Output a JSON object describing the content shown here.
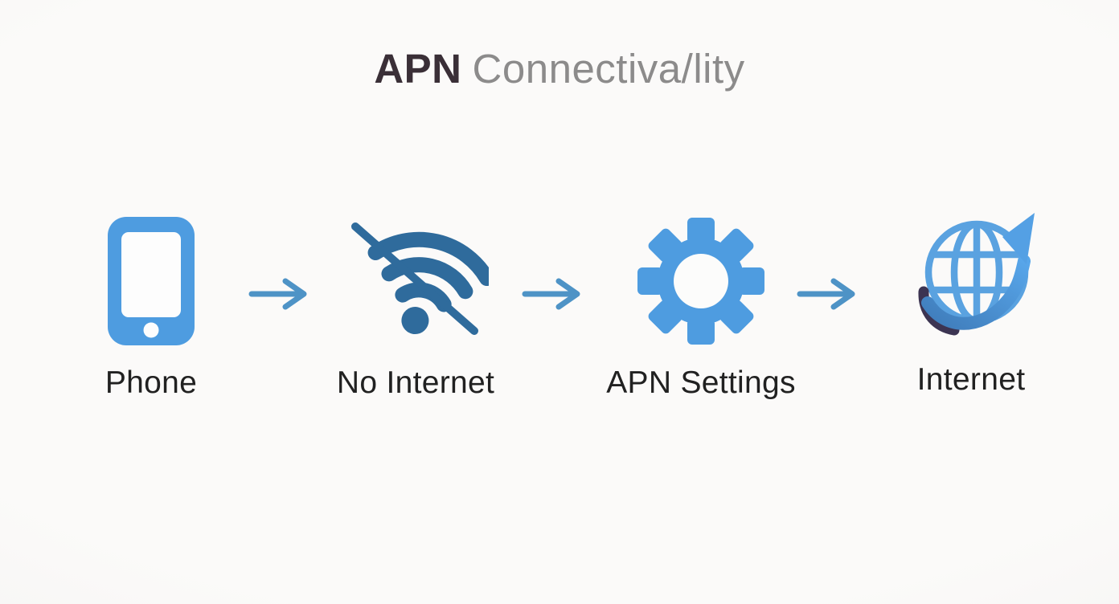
{
  "title": {
    "primary": "APN",
    "secondary": "Connectiva/lity"
  },
  "flow": {
    "steps": [
      {
        "label": "Phone",
        "icon": "phone-icon"
      },
      {
        "label": "No Internet",
        "icon": "wifi-slash-icon"
      },
      {
        "label": "APN Settings",
        "icon": "gear-icon"
      },
      {
        "label": "Internet",
        "icon": "globe-arrow-icon"
      }
    ],
    "connector_icon": "right-arrow-icon"
  },
  "colors": {
    "background": "#f8f7f5",
    "phone_gear_blue": "#4e9ce0",
    "wifi_dark_blue": "#2f6b9c",
    "arrow_blue": "#4e93c6",
    "globe_blue": "#5aa2e0",
    "swoosh_dark_navy": "#3c3452",
    "title_primary_color": "#3a2f37",
    "title_secondary_color": "#8c8b8b",
    "label_color": "#212121"
  }
}
